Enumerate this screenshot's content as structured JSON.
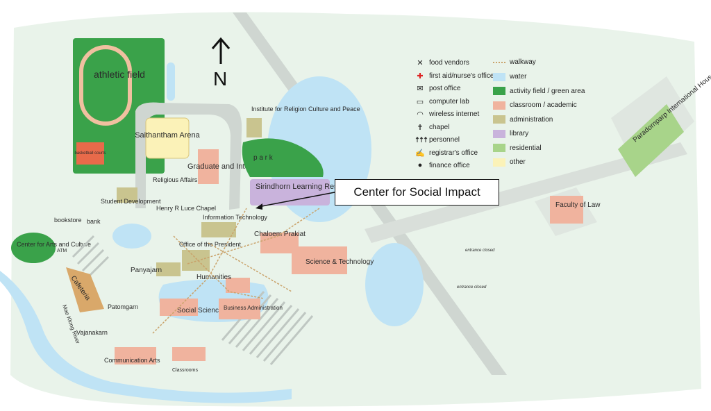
{
  "colors": {
    "water": "#bfe3f5",
    "water_dark": "#8fcbee",
    "green_area": "#3aa24a",
    "classroom": "#f0b39e",
    "administration": "#c9c48f",
    "library": "#c9b3dc",
    "residential": "#a8d48a",
    "other": "#fbf2b8",
    "road": "#cfd6d1",
    "background": "#e9f3ea"
  },
  "north_label": "N",
  "callout": "Center for Social Impact",
  "legend": {
    "icons": [
      {
        "icon": "food-vendors-icon",
        "glyph": "✕",
        "label": "food vendors"
      },
      {
        "icon": "first-aid-icon",
        "glyph": "✚",
        "label": "first aid/nurse's office"
      },
      {
        "icon": "post-office-icon",
        "glyph": "✉",
        "label": "post office"
      },
      {
        "icon": "computer-lab-icon",
        "glyph": "▭",
        "label": "computer lab"
      },
      {
        "icon": "wireless-icon",
        "glyph": "◠",
        "label": "wireless internet"
      },
      {
        "icon": "chapel-icon",
        "glyph": "✝",
        "label": "chapel"
      },
      {
        "icon": "personnel-icon",
        "glyph": "☨☨☨",
        "label": "personnel"
      },
      {
        "icon": "registrar-icon",
        "glyph": "✍",
        "label": "registrar's office"
      },
      {
        "icon": "finance-icon",
        "glyph": "●",
        "label": "finance office"
      }
    ],
    "areas": [
      {
        "name": "walkway",
        "label": "walkway"
      },
      {
        "name": "water",
        "label": "water"
      },
      {
        "name": "green",
        "label": "activity field / green area"
      },
      {
        "name": "classroom",
        "label": "classroom / academic"
      },
      {
        "name": "administration",
        "label": "administration"
      },
      {
        "name": "library",
        "label": "library"
      },
      {
        "name": "residential",
        "label": "residential"
      },
      {
        "name": "other",
        "label": "other"
      }
    ]
  },
  "labels": {
    "athletic_field": "athletic field",
    "basketball": "basketball courts",
    "saithantham": "Saithantham Arena",
    "graduate": "Graduate and International Studies",
    "religious_affairs": "Religious Affairs",
    "institute": "Institute for Religion Culture and Peace",
    "park": "p a r k",
    "sirindhorn": "Sirindhorn Learning Resource Center",
    "student_dev": "Student Development",
    "henry_luce": "Henry R Luce Chapel",
    "bookstore": "bookstore",
    "bank": "bank",
    "atm": "ATM",
    "center_arts": "Center for Arts and Culture",
    "info_tech": "Information Technology",
    "office_president": "Office of the President",
    "chaloem": "Chaloem Prakiat",
    "science": "Science & Technology",
    "panyajarn": "Panyajarn",
    "humanities": "Humanities",
    "cafeteria": "Cafeteria",
    "social_science": "Social Science",
    "business": "Business Administration",
    "patomgarn": "Patomgarn",
    "vajanakarn": "Vajanakarn",
    "river": "Mae Klong River",
    "comm_arts": "Communication Arts",
    "classrooms": "Classrooms",
    "faculty_law": "Faculty of Law",
    "paradornparp": "Paradornparp International House",
    "entrance1": "entrance closed",
    "entrance2": "entrance closed"
  }
}
